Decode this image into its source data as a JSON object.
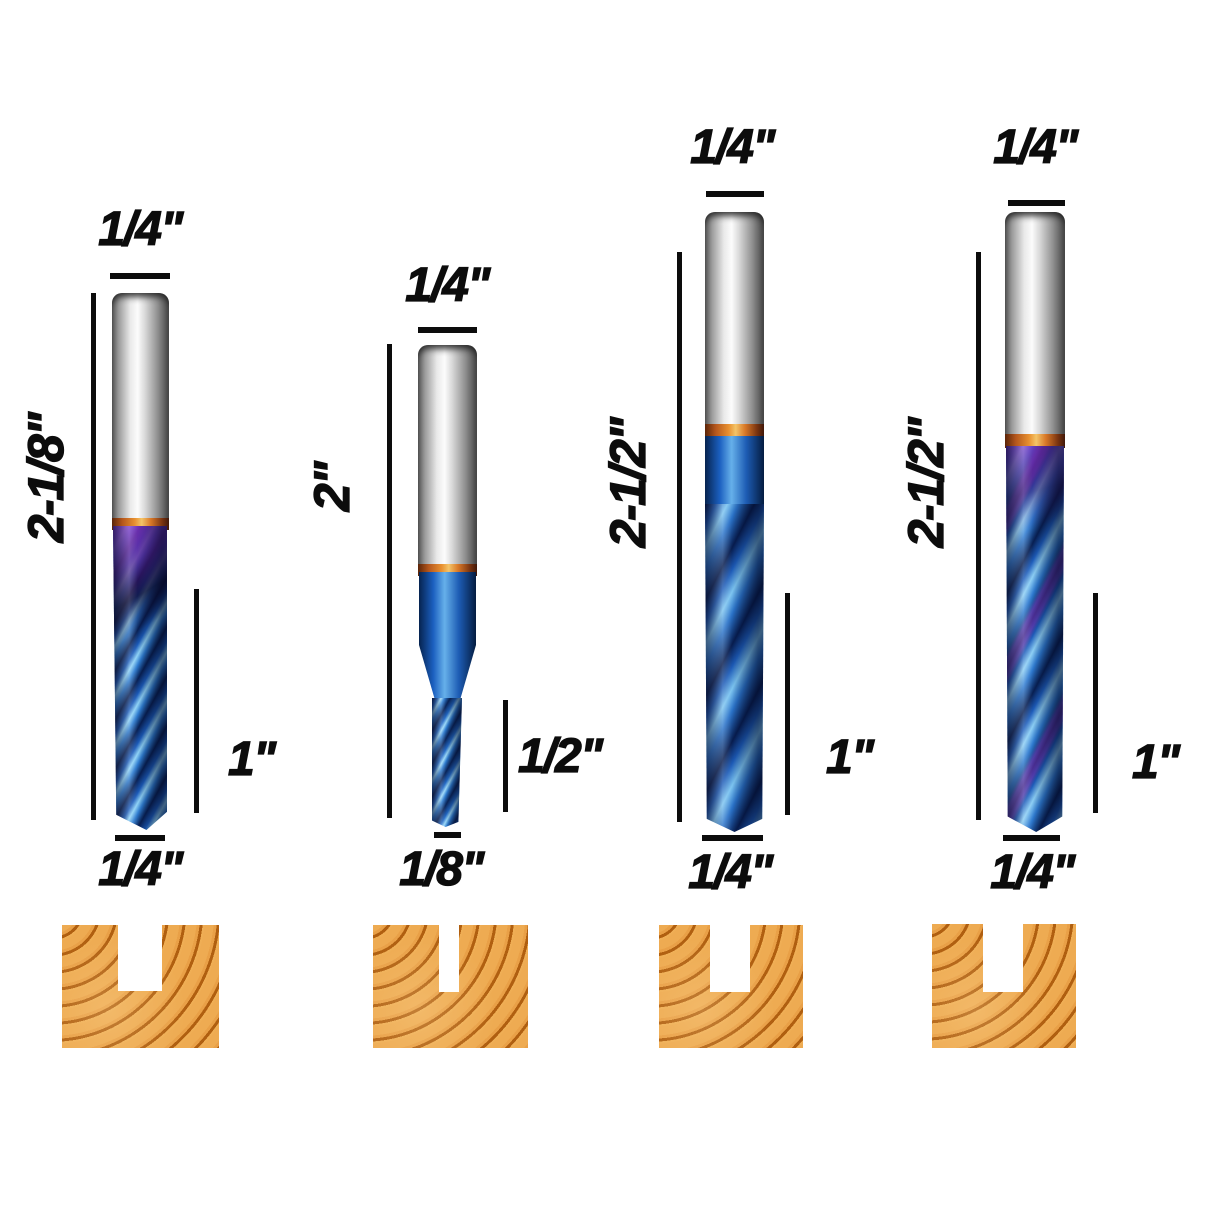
{
  "bits": [
    {
      "shank_diameter": "1/4\"",
      "overall_length": "2-1/8\"",
      "cutting_length": "1\"",
      "cutting_diameter": "1/4\""
    },
    {
      "shank_diameter": "1/4\"",
      "overall_length": "2\"",
      "cutting_length": "1/2\"",
      "cutting_diameter": "1/8\""
    },
    {
      "shank_diameter": "1/4\"",
      "overall_length": "2-1/2\"",
      "cutting_length": "1\"",
      "cutting_diameter": "1/4\""
    },
    {
      "shank_diameter": "1/4\"",
      "overall_length": "2-1/2\"",
      "cutting_length": "1\"",
      "cutting_diameter": "1/4\""
    }
  ],
  "colors": {
    "background": "#ffffff",
    "text": "#0c0c0c",
    "flute_blue": "#1f63c9",
    "flute_highlight": "#8fd2f6",
    "flute_shadow": "#081f52",
    "purple_accent": "#8232c8",
    "shank_silver": "#d8d8d8",
    "transition_orange": "#e89030",
    "wood": "#eca54f",
    "wood_ring": "#b05f10"
  }
}
